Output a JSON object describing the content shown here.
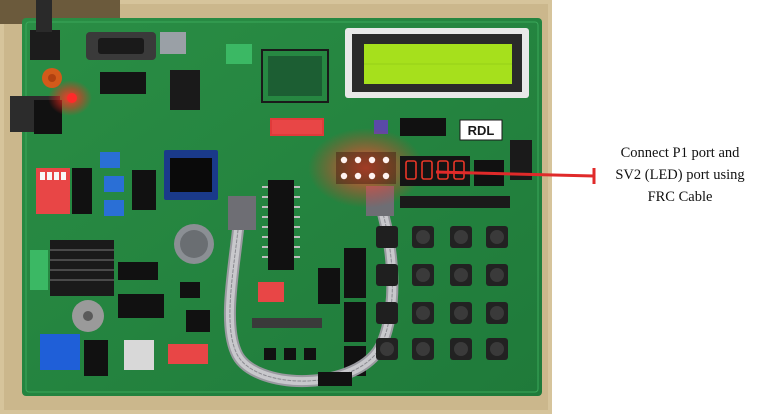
{
  "annotation": {
    "lines": [
      "Connect P1 port and",
      "SV2 (LED) port using",
      "FRC Cable"
    ]
  },
  "board": {
    "silkscreen_label": "RDL",
    "led_matrix": {
      "rows": 2,
      "cols": 4
    },
    "keypad": {
      "rows": 4,
      "cols": 4
    },
    "dip_switch_positions": 8
  },
  "colors": {
    "pcb": "#2f9a4c",
    "lcd": "#a6e01c",
    "led": "#ff2020",
    "arrow": "#e02a2a",
    "frame": "#d9c8a0"
  }
}
